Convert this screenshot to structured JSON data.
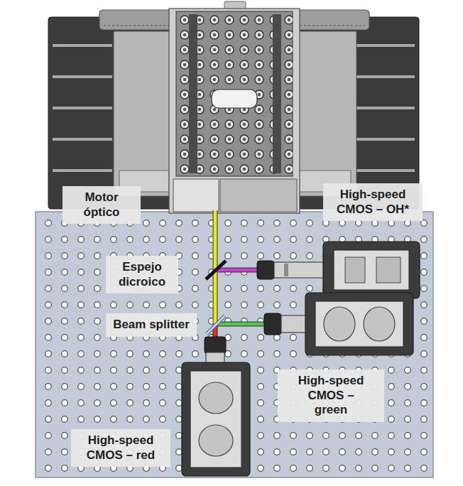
{
  "diagram": {
    "nodes": [
      {
        "text": [
          "Motor óptico"
        ]
      },
      {
        "text": [
          "High-speed CMOS – OH*"
        ]
      },
      {
        "text": [
          "Espejo dicroico"
        ]
      },
      {
        "text": [
          "Beam splitter"
        ]
      },
      {
        "text": [
          "High-speed CMOS – green"
        ]
      },
      {
        "text": [
          "High-speed CMOS – red"
        ]
      }
    ]
  }
}
